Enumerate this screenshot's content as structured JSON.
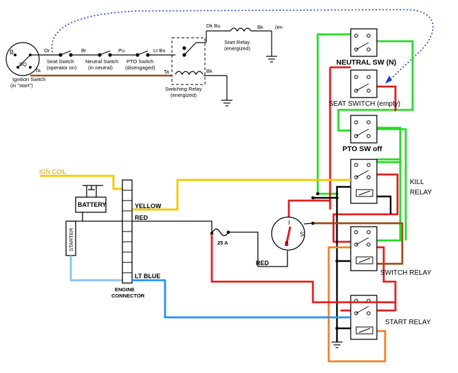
{
  "ignition_switch": {
    "name": "Ignition Switch",
    "note": "(in \"start\")",
    "t_b": "B",
    "t_sq": "SQ",
    "t_ta": "Ta"
  },
  "schematic": {
    "wire_or": "Or",
    "wire_br": "Br",
    "wire_pu": "Pu",
    "wire_ltbu": "Lt Bu",
    "wire_ta": "Ta",
    "wire_dkbu": "Dk Bu",
    "wire_bk1": "Bk",
    "wire_bk2": "Bk",
    "wire_en": "(en",
    "seat_switch": "Seat Switch",
    "seat_switch_note": "(operator on)",
    "neutral_switch": "Neutral Switch",
    "neutral_switch_note": "(in neutral)",
    "pto_switch": "PTO Switch",
    "pto_switch_note": "(disengaged)",
    "start_relay": "Start Relay",
    "start_relay_note": "(energized)",
    "switching_relay": "Switching Relay",
    "switching_relay_note": "(energized)"
  },
  "labels": {
    "ign_coil": "IGN COIL",
    "battery": "BATTERY",
    "starter": "STARTER",
    "yellow": "YELLOW",
    "red": "RED",
    "red2": "RED",
    "lt_blue": "LT BLUE",
    "engine_connector_1": "ENGINE",
    "engine_connector_2": "CONNECTOR",
    "fuse": "25 A",
    "sw_i": "I",
    "sw_s": "S",
    "sw_b": "B",
    "neutral_sw": "NEUTRAL SW (N)",
    "seat_switch_empty": "SEAT SWITCH (empty)",
    "pto_sw_off": "PTO SW off",
    "kill_relay_1": "KILL",
    "kill_relay_2": "RELAY",
    "switch_relay": "SWITCH RELAY",
    "start_relay": "START RELAY"
  },
  "colors": {
    "green": "#22dd22",
    "yellow": "#f5c800",
    "red": "#e51c1c",
    "brown": "#9b4a14",
    "blue": "#1e90ff",
    "light_blue": "#88c4ee",
    "orange": "#f08020",
    "black": "#000000",
    "dotted_blue": "#1a3ad6"
  }
}
